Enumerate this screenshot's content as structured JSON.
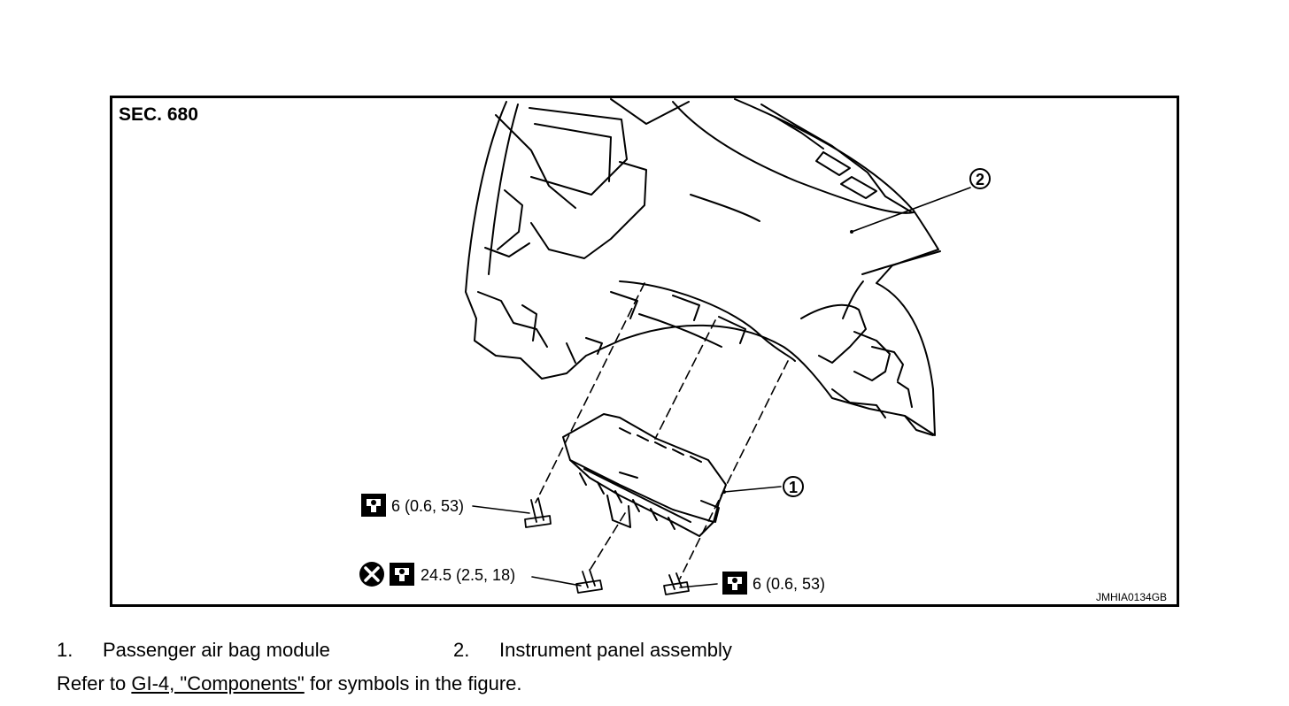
{
  "figure": {
    "section": "SEC. 680",
    "figure_code": "JMHIA0134GB",
    "callouts": [
      "1",
      "2"
    ],
    "torques": {
      "upper_left": "6 (0.6, 53)",
      "bottom_center": "24.5 (2.5, 18)",
      "bottom_right": "6 (0.6, 53)"
    },
    "icons": [
      "torque-wrench-icon",
      "always-replace-icon"
    ]
  },
  "legend": [
    {
      "num": "1.",
      "label": "Passenger air bag module"
    },
    {
      "num": "2.",
      "label": "Instrument panel assembly"
    }
  ],
  "refer": {
    "prefix": "Refer to ",
    "link": "GI-4, \"Components\"",
    "suffix": " for symbols in the figure."
  }
}
